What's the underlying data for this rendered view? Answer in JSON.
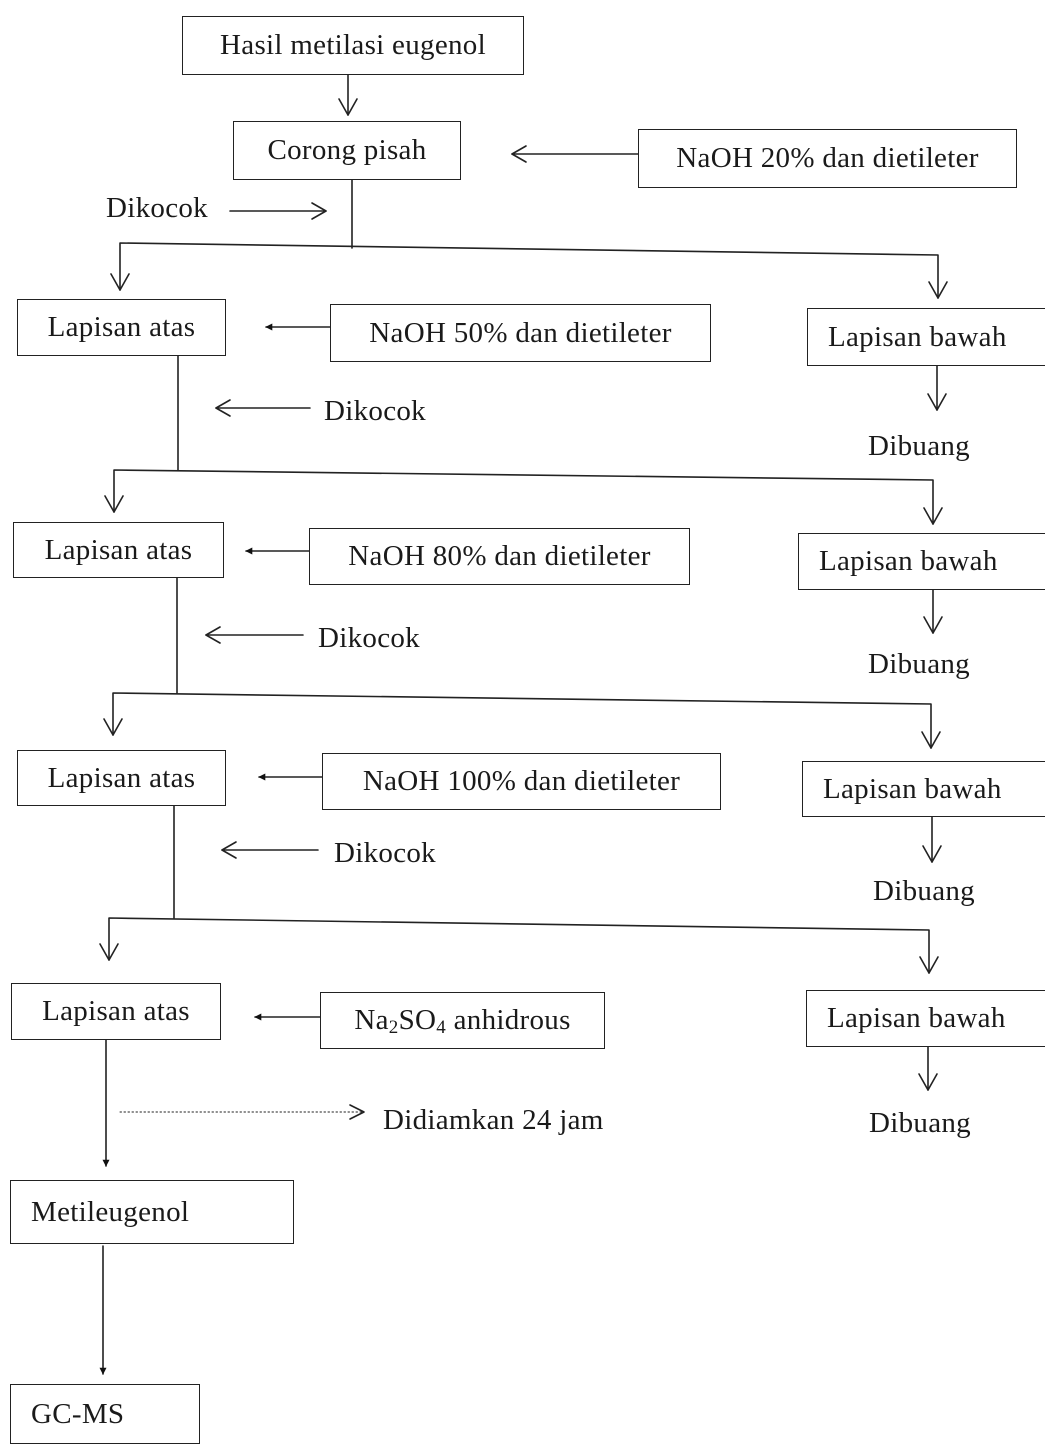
{
  "steps": {
    "start": "Hasil metilasi eugenol",
    "funnel": "Corong pisah",
    "reagent1": "NaOH 20% dan dietileter",
    "reagent2": "NaOH 50% dan dietileter",
    "reagent3": "NaOH 80% dan dietileter",
    "reagent4": "NaOH 100% dan dietileter",
    "reagent5": {
      "na": "Na",
      "sub1": "2",
      "so": "SO",
      "sub2": "4",
      "rest": " anhidrous"
    },
    "upper_layer": "Lapisan atas",
    "lower_layer": "Lapisan bawah",
    "discard": "Dibuang",
    "shake": "Dikocok",
    "rest_24h": "Didiamkan 24 jam",
    "product": "Metileugenol",
    "analysis": "GC-MS"
  }
}
